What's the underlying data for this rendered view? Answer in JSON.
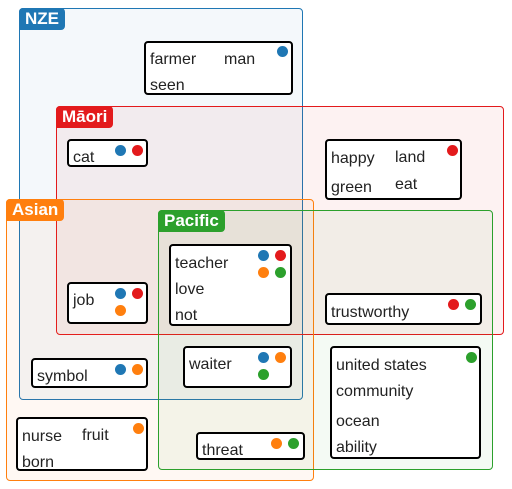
{
  "regions": {
    "nze": {
      "label": "NZE",
      "color": "#1f77b4"
    },
    "maori": {
      "label": "Māori",
      "color": "#e31a1c"
    },
    "asian": {
      "label": "Asian",
      "color": "#ff7f0e"
    },
    "pacific": {
      "label": "Pacific",
      "color": "#2ca02c"
    }
  },
  "boxes": {
    "farmer_group": {
      "words": [
        "farmer",
        "man",
        "seen"
      ],
      "groups": [
        "NZE"
      ]
    },
    "cat": {
      "words": [
        "cat"
      ],
      "groups": [
        "NZE",
        "Māori"
      ]
    },
    "happy_group": {
      "words": [
        "happy",
        "land",
        "green",
        "eat"
      ],
      "groups": [
        "Māori"
      ]
    },
    "teacher_group": {
      "words": [
        "teacher",
        "love",
        "not"
      ],
      "groups": [
        "NZE",
        "Māori",
        "Asian",
        "Pacific"
      ]
    },
    "job": {
      "words": [
        "job"
      ],
      "groups": [
        "NZE",
        "Māori",
        "Asian"
      ]
    },
    "trustworthy": {
      "words": [
        "trustworthy"
      ],
      "groups": [
        "Māori",
        "Pacific"
      ]
    },
    "symbol": {
      "words": [
        "symbol"
      ],
      "groups": [
        "NZE",
        "Asian"
      ]
    },
    "waiter": {
      "words": [
        "waiter"
      ],
      "groups": [
        "NZE",
        "Asian",
        "Pacific"
      ]
    },
    "united_states_group": {
      "words": [
        "united states",
        "community",
        "ocean",
        "ability"
      ],
      "groups": [
        "Pacific"
      ]
    },
    "nurse_group": {
      "words": [
        "nurse",
        "fruit",
        "born"
      ],
      "groups": [
        "Asian"
      ]
    },
    "threat": {
      "words": [
        "threat"
      ],
      "groups": [
        "Asian",
        "Pacific"
      ]
    }
  }
}
